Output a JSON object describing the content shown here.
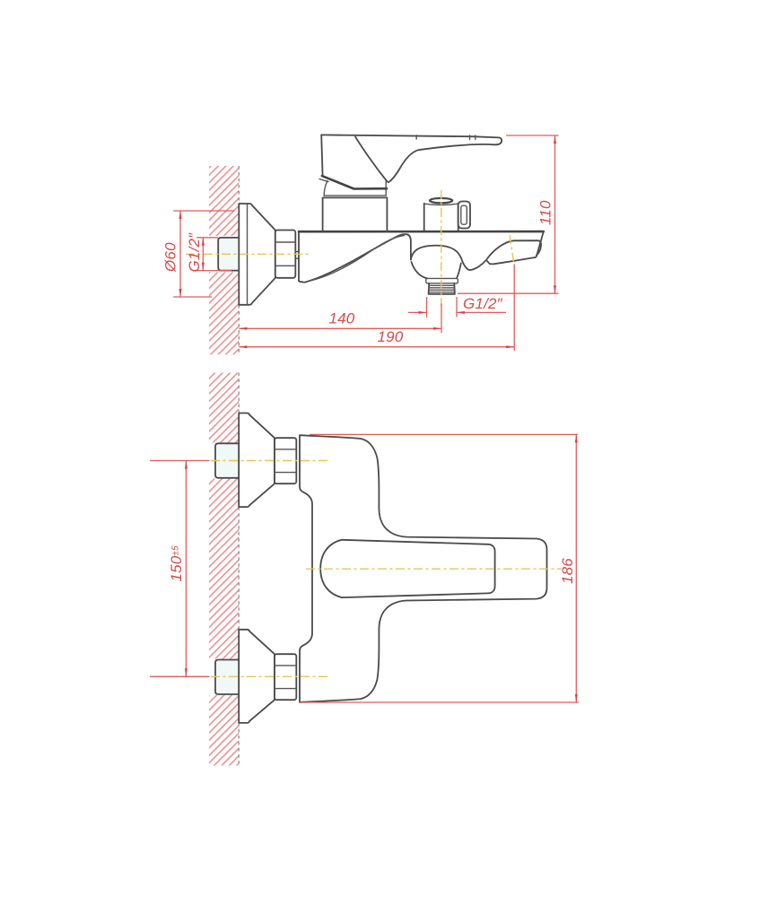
{
  "drawing": {
    "type": "technical-installation-diagram",
    "subject": "wall-mounted bath shower mixer faucet",
    "background_color": "#ffffff",
    "colors": {
      "outline_ink": "#4a4a4a",
      "dimension_red": "#d84a4a",
      "hatch_red": "#ee8a8a",
      "centerline_yellow": "#e8c455",
      "wall_face_gray": "#8f8f8f"
    },
    "views": {
      "side_view": {
        "dimensions": {
          "escutcheon_diameter": "Ø60",
          "inlet_thread": "G1/2″",
          "overall_height": "110",
          "wall_to_shower_outlet": "140",
          "wall_to_spout_end": "190",
          "shower_outlet_thread": "G1/2″"
        }
      },
      "top_view": {
        "dimensions": {
          "connection_spacing": "150",
          "connection_spacing_tolerance": "±5",
          "overall_depth": "186"
        }
      }
    }
  }
}
